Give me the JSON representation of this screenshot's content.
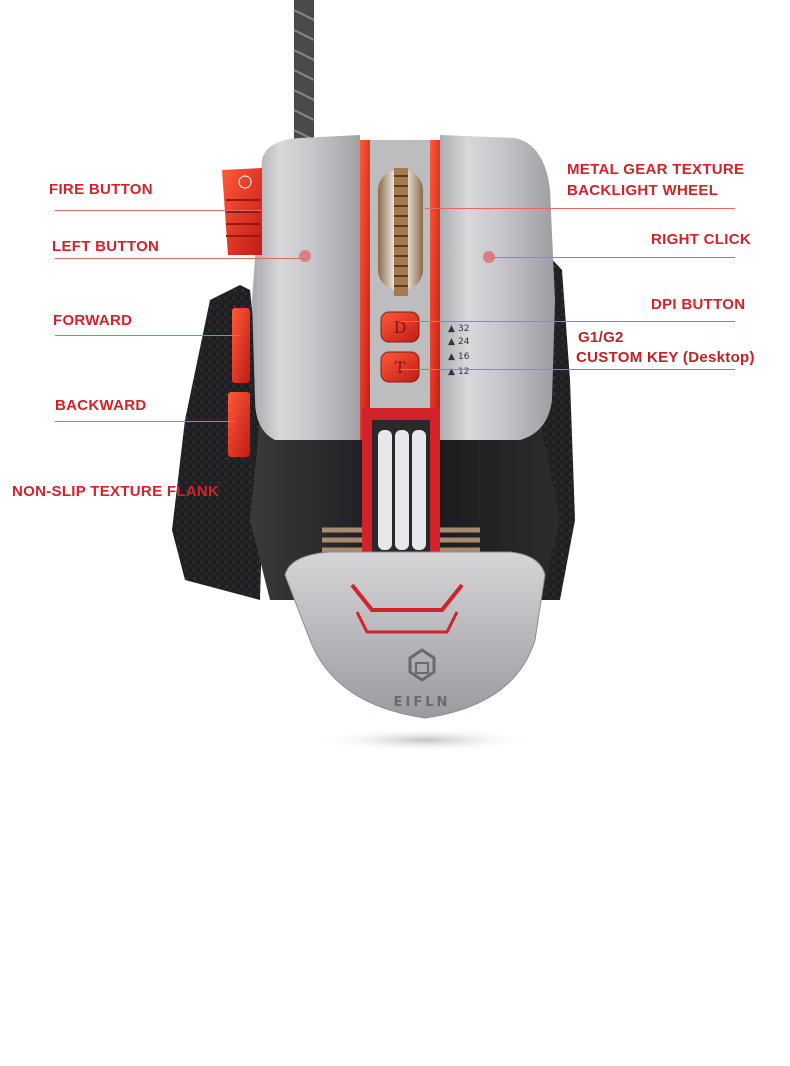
{
  "callouts": {
    "fire_button": "FIRE BUTTON",
    "left_button": "LEFT BUTTON",
    "forward": "FORWARD",
    "backward": "BACKWARD",
    "non_slip": "NON-SLIP TEXTURE FLANK",
    "metal_gear_line1": "METAL GEAR TEXTURE",
    "metal_gear_line2": "BACKLIGHT WHEEL",
    "right_click": "RIGHT CLICK",
    "dpi_button": "DPI BUTTON",
    "g1g2_line1": "G1/G2",
    "g1g2_line2": "CUSTOM KEY (Desktop)"
  },
  "mouse": {
    "dpi_levels": [
      "32",
      "24",
      "16",
      "12"
    ],
    "button_d_letter": "D",
    "button_t_letter": "T",
    "brand_logo_text": "EIFLN"
  },
  "colors": {
    "accent_red": "#d2232a",
    "shell_silver": "#c9c9cc",
    "grip_black": "#1e1e20"
  }
}
